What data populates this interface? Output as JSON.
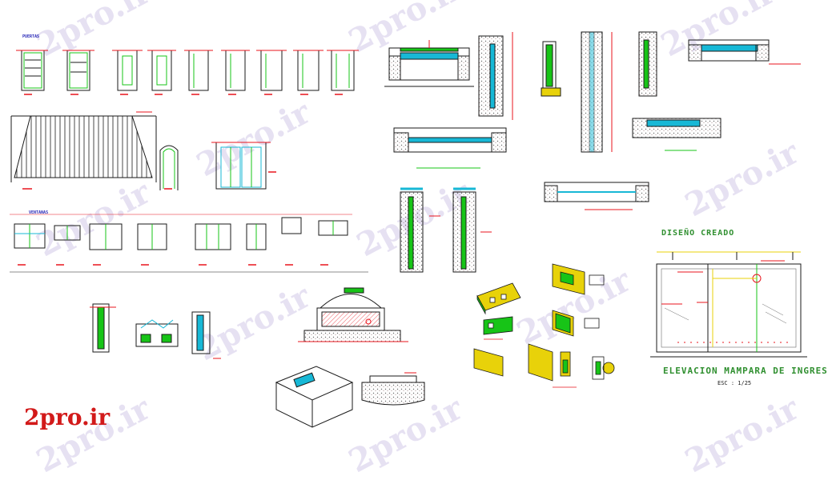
{
  "sheet": {
    "sections": {
      "doors": "PUERTAS",
      "windows": "VENTANAS"
    },
    "titles": {
      "design": "DISEÑO CREADO",
      "elevation": "ELEVACION MAMPARA DE INGRESO",
      "scale": "ESC : 1/25"
    },
    "watermark": "2pro.ir",
    "brand": "2pro.ir",
    "colors": {
      "line": "#1a1a1a",
      "red": "#e8141c",
      "green": "#17c417",
      "cyan": "#17b8d6",
      "yellow": "#e8d20a",
      "magenta": "#d61ad6",
      "title_green": "#2f8f2f",
      "brand_red": "#d21a1a"
    }
  }
}
